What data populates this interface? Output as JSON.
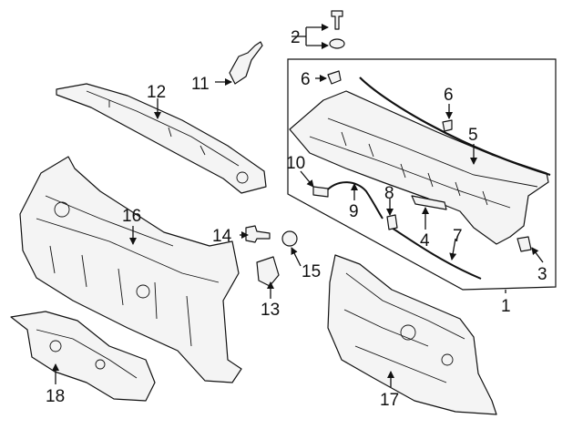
{
  "diagram": {
    "callouts": {
      "c1": "1",
      "c2": "2",
      "c3": "3",
      "c4": "4",
      "c5": "5",
      "c6a": "6",
      "c6b": "6",
      "c7": "7",
      "c8": "8",
      "c9": "9",
      "c10": "10",
      "c11": "11",
      "c12": "12",
      "c13": "13",
      "c14": "14",
      "c15": "15",
      "c16": "16",
      "c17": "17",
      "c18": "18"
    }
  }
}
